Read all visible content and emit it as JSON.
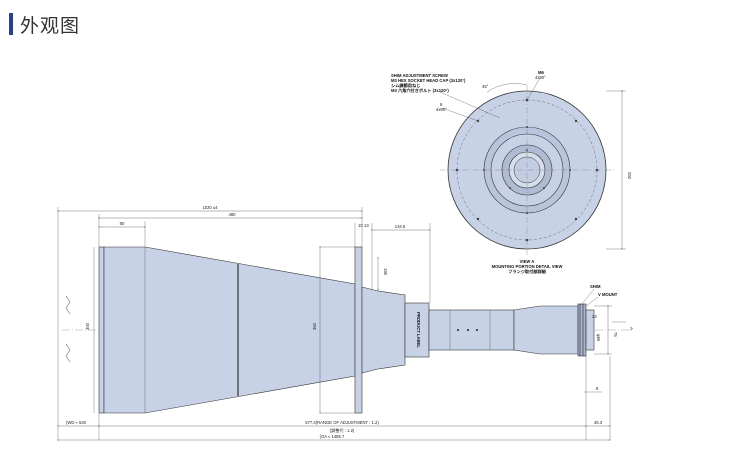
{
  "title": "外观图",
  "colors": {
    "accent": "#2c3e8f",
    "body": "#c8d2e6",
    "body_dark": "#a9b6cf",
    "line": "#222222"
  },
  "front_view": {
    "annotations": {
      "shim_screw_1": "SHIM ADJUSTMENT SCREW",
      "shim_screw_2": "M3 HEX SOCKET HEAD CAP (3x120°)",
      "shim_screw_3": "シム調節用ねじ",
      "shim_screw_4": "M3 六角穴付きボルト (3x120°)",
      "angle_45": "45°",
      "m6": "M6",
      "m6_count": "4x90°",
      "hole": "8",
      "hole_count": "4x90°",
      "dia": "250",
      "caption_1": "VIEW A",
      "caption_2": "MOUNTING PORTION DETAIL VIEW",
      "caption_3": "フランジ取付部詳細"
    }
  },
  "side_view": {
    "dims": {
      "overall": "1020 ±4",
      "d480": "480",
      "d80": "80",
      "d10": "10",
      "d13": "13",
      "d134": "134.5",
      "d300": "300",
      "d360": "360",
      "d190": "190",
      "d56": "φ56",
      "d75": "75",
      "shim": "SHIM",
      "mount": "V MOUNT",
      "d33": "33",
      "d8": "8",
      "a_mark": "A",
      "wd": "(WD ≈ 540",
      "adjust": "577.4(RANGE OF ADJUSTMENT : 1.2)",
      "adjust_jp": "(調整代 : 1.2)",
      "d45": "45.3",
      "oa": "(OA ≈ 1485.7"
    },
    "product_label": "PRODUCT LABEL"
  }
}
